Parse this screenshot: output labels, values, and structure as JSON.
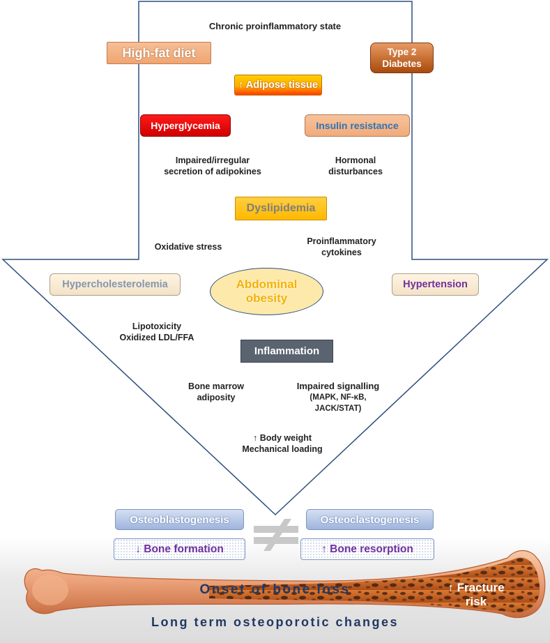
{
  "diagram": {
    "top_heading": "Chronic proinflammatory state",
    "high_fat_diet": "High-fat diet",
    "type2_line1": "Type 2",
    "type2_line2": "Diabetes",
    "adipose": "↑ Adipose tissue",
    "hyperglycemia": "Hyperglycemia",
    "insulin_resistance": "Insulin resistance",
    "adipokines_line1": "Impaired/irregular",
    "adipokines_line2": "secretion of adipokines",
    "hormonal_line1": "Hormonal",
    "hormonal_line2": "disturbances",
    "dyslipidemia": "Dyslipidemia",
    "oxidative_stress": "Oxidative stress",
    "cytokines_line1": "Proinflammatory",
    "cytokines_line2": "cytokines",
    "hypercholesterolemia": "Hypercholesterolemia",
    "abdominal_line1": "Abdominal",
    "abdominal_line2": "obesity",
    "hypertension": "Hypertension",
    "lipotoxicity_line1": "Lipotoxicity",
    "lipotoxicity_line2": "Oxidized LDL/FFA",
    "inflammation": "Inflammation",
    "marrow_line1": "Bone marrow",
    "marrow_line2": "adiposity",
    "signalling_line1": "Impaired signalling",
    "signalling_line2": "(MAPK, NF-κB,",
    "signalling_line3": "JACK/STAT)",
    "weight_line1": "↑ Body weight",
    "weight_line2": "Mechanical loading",
    "osteoblastogenesis": "Osteoblastogenesis",
    "osteoclastogenesis": "Osteoclastogenesis",
    "bone_formation": "↓ Bone formation",
    "bone_resorption": "↑ Bone resorption",
    "onset": "Onset of bone loss",
    "fracture_line1": "↑ Fracture",
    "fracture_line2": "risk",
    "long_term": "Long term osteoporotic changes"
  },
  "colors": {
    "arrow_outline": "#2f4f7f",
    "peach": "#f4b183",
    "brown": "#c55a11",
    "hyperglycemia_red": "#e00000",
    "adipose_yellow": "#ffc000",
    "inflammation_gray": "#5a6370",
    "ellipse_fill": "#fde9a9",
    "lavender": "#b4c7e7",
    "purple_text": "#7030a0",
    "navy_text": "#1f3864",
    "bone": "#e8a47a"
  }
}
